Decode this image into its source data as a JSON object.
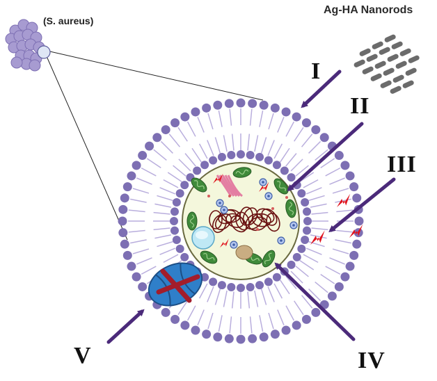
{
  "labels": {
    "bacteria": "(S. aureus)",
    "nanorods": "Ag-HA Nanorods",
    "step1": "I",
    "step2": "II",
    "step3": "III",
    "step4": "IV",
    "step5": "V"
  },
  "colors": {
    "lipid_head": "#7d6fb3",
    "lipid_tail": "#b9aedd",
    "cytoplasm": "#f4f7dc",
    "arrow": "#4b2a7a",
    "nanorod": "#6b6b6b",
    "lightning": "#e0141e",
    "channel": "#2f7fc9",
    "cross": "#a31d2b",
    "mitochondria": "#3f8a3a",
    "dna": "#6b1212"
  }
}
